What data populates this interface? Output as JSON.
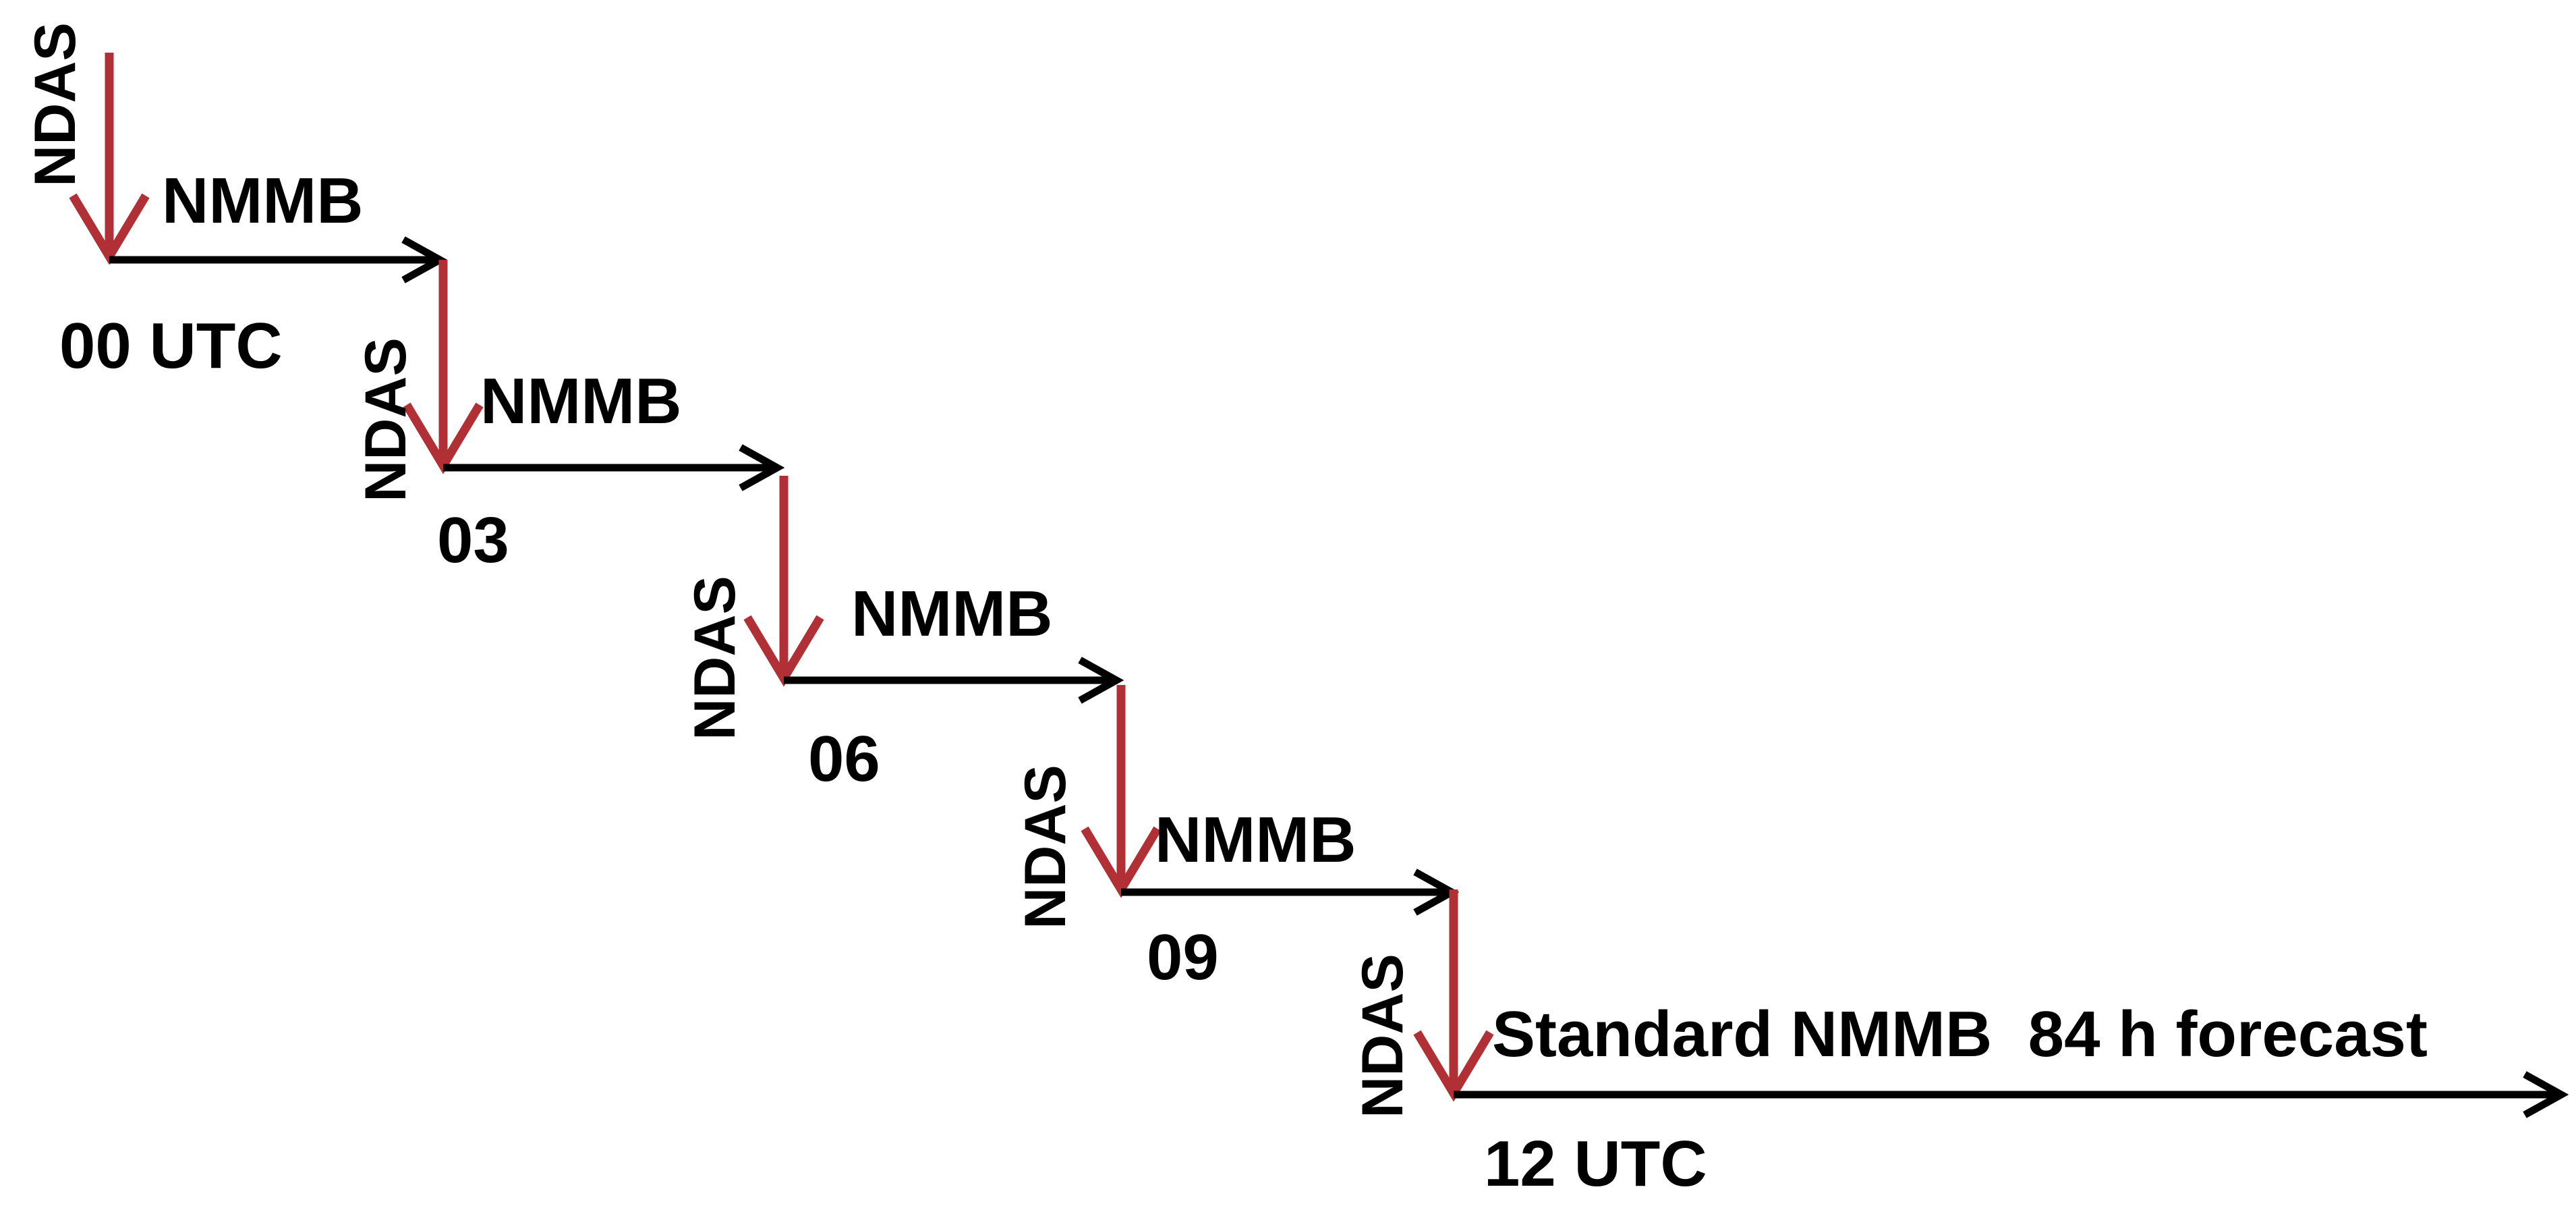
{
  "colors": {
    "assimilation_arrow": "#b03035",
    "forecast_arrow": "#000000",
    "text": "#000000",
    "background": "#ffffff"
  },
  "cycles": [
    {
      "assim_label": "NDAS",
      "model_label": "NMMB",
      "time_label": "00 UTC"
    },
    {
      "assim_label": "NDAS",
      "model_label": "NMMB",
      "time_label": "03"
    },
    {
      "assim_label": "NDAS",
      "model_label": "NMMB",
      "time_label": "06"
    },
    {
      "assim_label": "NDAS",
      "model_label": "NMMB",
      "time_label": "09"
    }
  ],
  "final": {
    "assim_label": "NDAS",
    "forecast_label": "Standard NMMB  84 h forecast",
    "time_label": "12 UTC"
  }
}
